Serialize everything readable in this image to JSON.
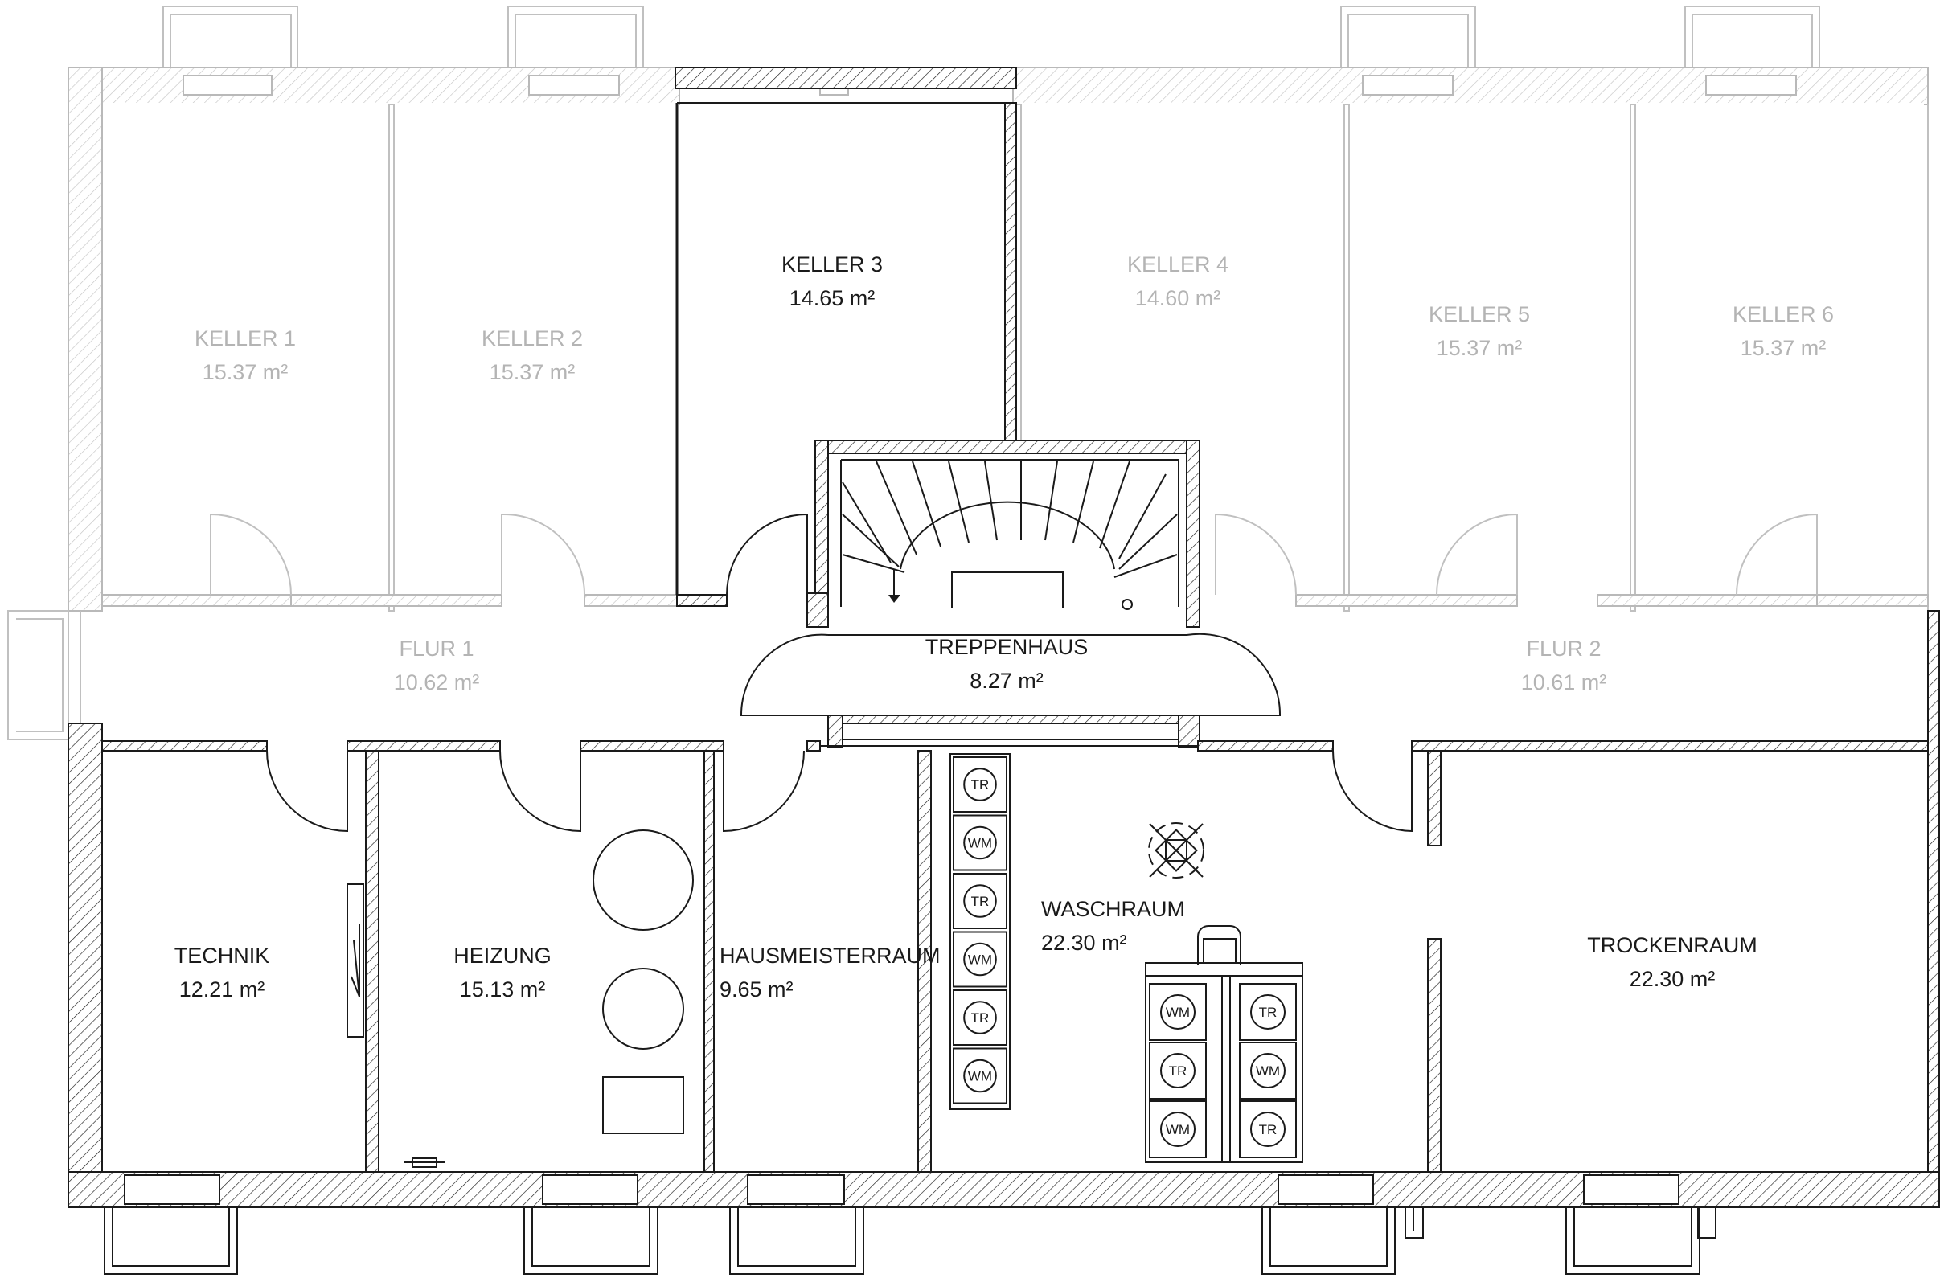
{
  "plan": {
    "rooms": [
      {
        "id": "keller-1",
        "name": "KELLER 1",
        "area": "15.37 m²",
        "faded": true
      },
      {
        "id": "keller-2",
        "name": "KELLER 2",
        "area": "15.37 m²",
        "faded": true
      },
      {
        "id": "keller-3",
        "name": "KELLER 3",
        "area": "14.65 m²",
        "faded": false
      },
      {
        "id": "keller-4",
        "name": "KELLER 4",
        "area": "14.60 m²",
        "faded": true
      },
      {
        "id": "keller-5",
        "name": "KELLER 5",
        "area": "15.37 m²",
        "faded": true
      },
      {
        "id": "keller-6",
        "name": "KELLER 6",
        "area": "15.37 m²",
        "faded": true
      },
      {
        "id": "flur-1",
        "name": "FLUR 1",
        "area": "10.62 m²",
        "faded": true
      },
      {
        "id": "treppenhaus",
        "name": "TREPPENHAUS",
        "area": "8.27 m²",
        "faded": false
      },
      {
        "id": "flur-2",
        "name": "FLUR 2",
        "area": "10.61 m²",
        "faded": true
      },
      {
        "id": "technik",
        "name": "TECHNIK",
        "area": "12.21 m²",
        "faded": false
      },
      {
        "id": "heizung",
        "name": "HEIZUNG",
        "area": "15.13 m²",
        "faded": false
      },
      {
        "id": "hausmeisterraum",
        "name": "HAUSMEISTERRAUM",
        "area": "9.65 m²",
        "faded": false
      },
      {
        "id": "waschraum",
        "name": "WASCHRAUM",
        "area": "22.30 m²",
        "faded": false
      },
      {
        "id": "trockenraum",
        "name": "TROCKENRAUM",
        "area": "22.30 m²",
        "faded": false
      }
    ],
    "appliance_labels": {
      "dryer": "TR",
      "washer": "WM"
    },
    "colors": {
      "dark_line": "#1a1a1a",
      "faded_line": "#b9b9b9",
      "background": "#ffffff"
    }
  }
}
